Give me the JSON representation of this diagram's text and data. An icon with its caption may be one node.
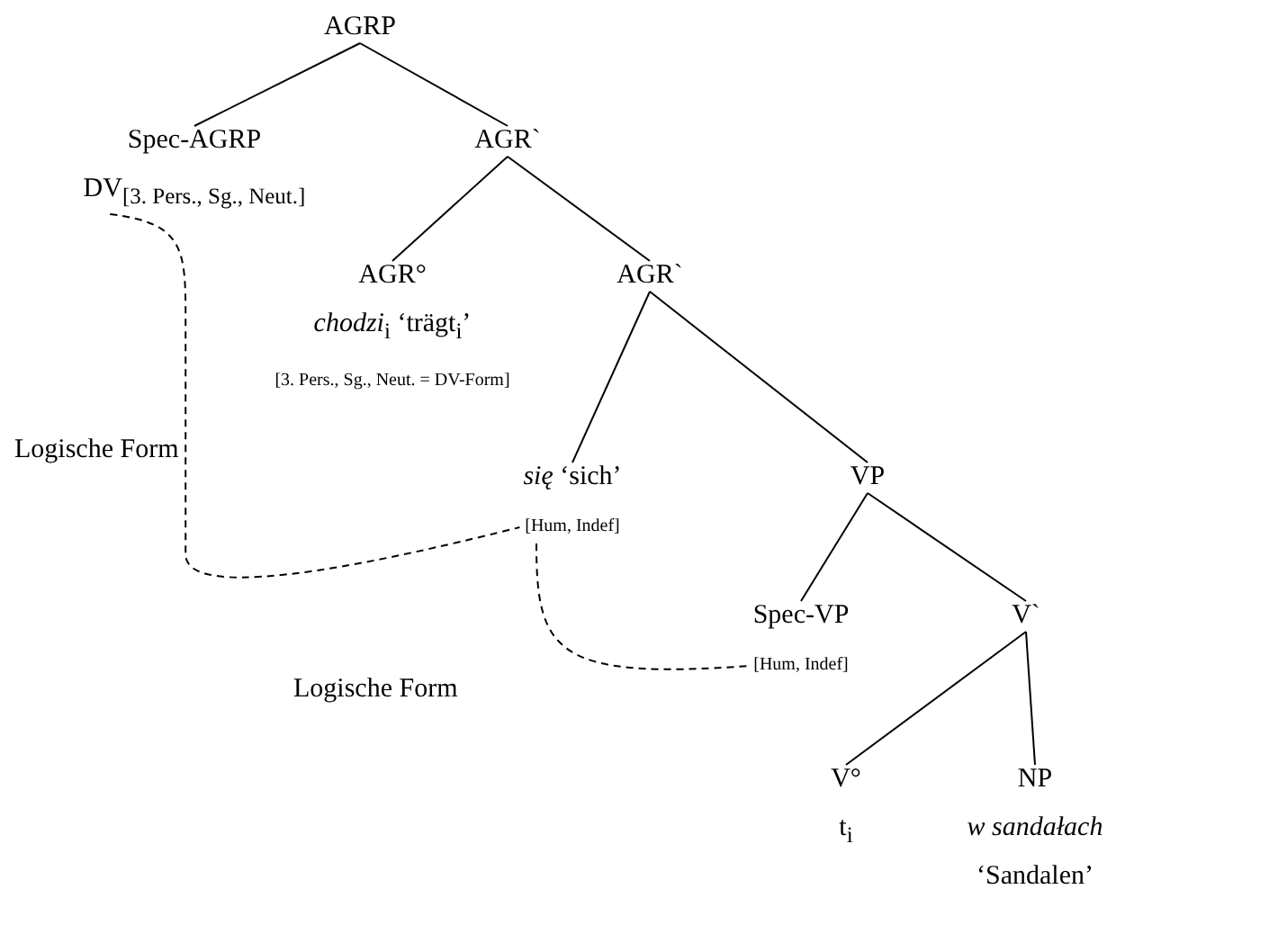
{
  "diagram": {
    "nodes": [
      {
        "text": [
          "AGRP"
        ]
      },
      {
        "text": [
          "Spec-AGRP",
          "DV$_{[3. Pers., Sg., Neut.]}$"
        ]
      },
      {
        "text": [
          "AGR`"
        ]
      },
      {
        "text": [
          "AGR°",
          "*chodzi*$_{i}$ ‘trägt$_{i}$’",
          "[3. Pers., Sg., Neut. = DV-Form]"
        ]
      },
      {
        "text": [
          "AGR`"
        ]
      },
      {
        "text": [
          "*się* ‘sich’",
          "[Hum, Indef]"
        ]
      },
      {
        "text": [
          "VP"
        ]
      },
      {
        "text": [
          "Spec-VP",
          "[Hum, Indef]"
        ]
      },
      {
        "text": [
          "V`"
        ]
      },
      {
        "text": [
          "V°",
          "t$_{i}$"
        ]
      },
      {
        "text": [
          "NP",
          "w sandałach",
          "‘Sandalen’"
        ]
      }
    ],
    "edges": [
      {
        "from": 0,
        "to": 1,
        "arrow": "none"
      },
      {
        "from": 0,
        "to": 2,
        "arrow": "none"
      },
      {
        "from": 2,
        "to": 3,
        "arrow": "none"
      },
      {
        "from": 2,
        "to": 4,
        "arrow": "none"
      },
      {
        "from": 4,
        "to": 5,
        "arrow": "none"
      },
      {
        "from": 4,
        "to": 6,
        "arrow": "none"
      },
      {
        "from": 6,
        "to": 7,
        "arrow": "none"
      },
      {
        "from": 6,
        "to": 8,
        "arrow": "none"
      },
      {
        "from": 8,
        "to": 9,
        "arrow": "none"
      },
      {
        "from": 8,
        "to": 10,
        "arrow": "none"
      },
      {
        "from": 1,
        "to": 5,
        "arrow": "none",
        "style": "dashed",
        "label": "Logische Form"
      },
      {
        "from": 5,
        "to": 7,
        "arrow": "none",
        "style": "dashed",
        "label": "Logische Form"
      }
    ]
  }
}
